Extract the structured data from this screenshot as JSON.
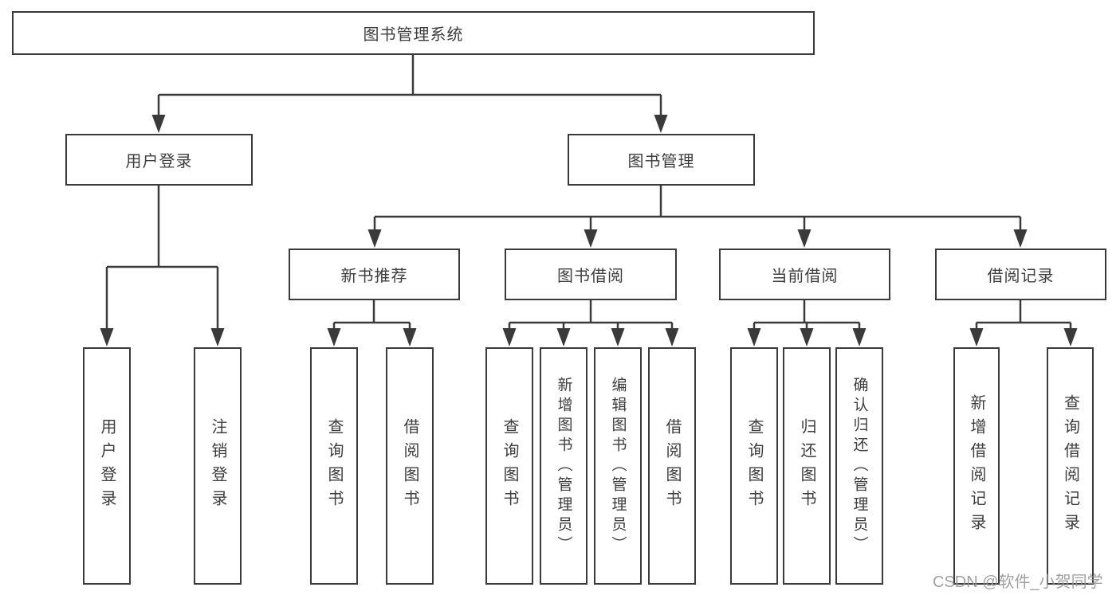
{
  "diagram": {
    "title": "图书管理系统",
    "watermark": "CSDN @软件_小贺同学",
    "colors": {
      "line": "#3a3a3a",
      "box_border": "#3a3a3a",
      "text": "#3d3d3d",
      "watermark": "#989898",
      "background": "#ffffff"
    },
    "level2": [
      {
        "label": "用户登录"
      },
      {
        "label": "图书管理"
      }
    ],
    "level3": [
      {
        "label": "新书推荐",
        "parent": "图书管理"
      },
      {
        "label": "图书借阅",
        "parent": "图书管理"
      },
      {
        "label": "当前借阅",
        "parent": "图书管理"
      },
      {
        "label": "借阅记录",
        "parent": "图书管理"
      }
    ],
    "leaves": [
      {
        "label": "用户登录",
        "parent": "用户登录"
      },
      {
        "label": "注销登录",
        "parent": "用户登录"
      },
      {
        "label": "查询图书",
        "parent": "新书推荐"
      },
      {
        "label": "借阅图书",
        "parent": "新书推荐"
      },
      {
        "label": "查询图书",
        "parent": "图书借阅"
      },
      {
        "label": "新增图书（管理员）",
        "parent": "图书借阅"
      },
      {
        "label": "编辑图书（管理员）",
        "parent": "图书借阅"
      },
      {
        "label": "借阅图书",
        "parent": "图书借阅"
      },
      {
        "label": "查询图书",
        "parent": "当前借阅"
      },
      {
        "label": "归还图书",
        "parent": "当前借阅"
      },
      {
        "label": "确认归还（管理员）",
        "parent": "当前借阅"
      },
      {
        "label": "新增借阅记录",
        "parent": "借阅记录"
      },
      {
        "label": "查询借阅记录",
        "parent": "借阅记录"
      }
    ]
  }
}
